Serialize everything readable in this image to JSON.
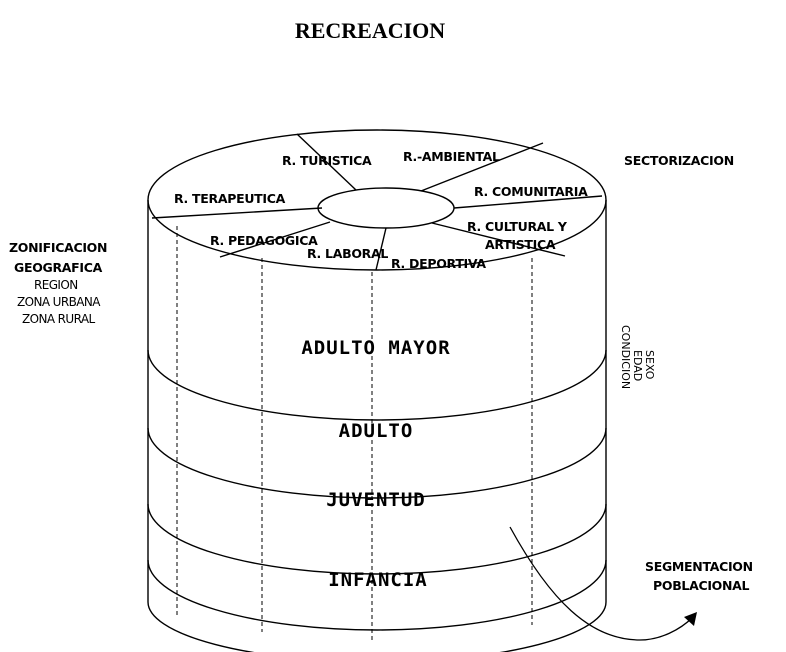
{
  "title": "RECREACION",
  "segments": {
    "turistica": "R. TURISTICA",
    "ambiental": "R.-AMBIENTAL",
    "comunitaria": "R. COMUNITARIA",
    "cultural_line1": "R. CULTURAL Y",
    "cultural_line2": "ARTISTICA",
    "deportiva": "R. DEPORTIVA",
    "laboral": "R. LABORAL",
    "pedagogica": "R. PEDAGOGICA",
    "terapeutica": "R. TERAPEUTICA"
  },
  "bands": [
    "ADULTO MAYOR",
    "ADULTO",
    "JUVENTUD",
    "INFANCIA"
  ],
  "sectorizacion": "SECTORIZACION",
  "zonificacion": {
    "heading_line1": "ZONIFICACION",
    "heading_line2": "GEOGRAFICA",
    "items": [
      "REGION",
      "ZONA URBANA",
      "ZONA RURAL"
    ]
  },
  "vertical_labels": [
    "SEXO",
    "EDAD",
    "CONDICION"
  ],
  "segmentacion": {
    "line1": "SEGMENTACION",
    "line2": "POBLACIONAL"
  }
}
